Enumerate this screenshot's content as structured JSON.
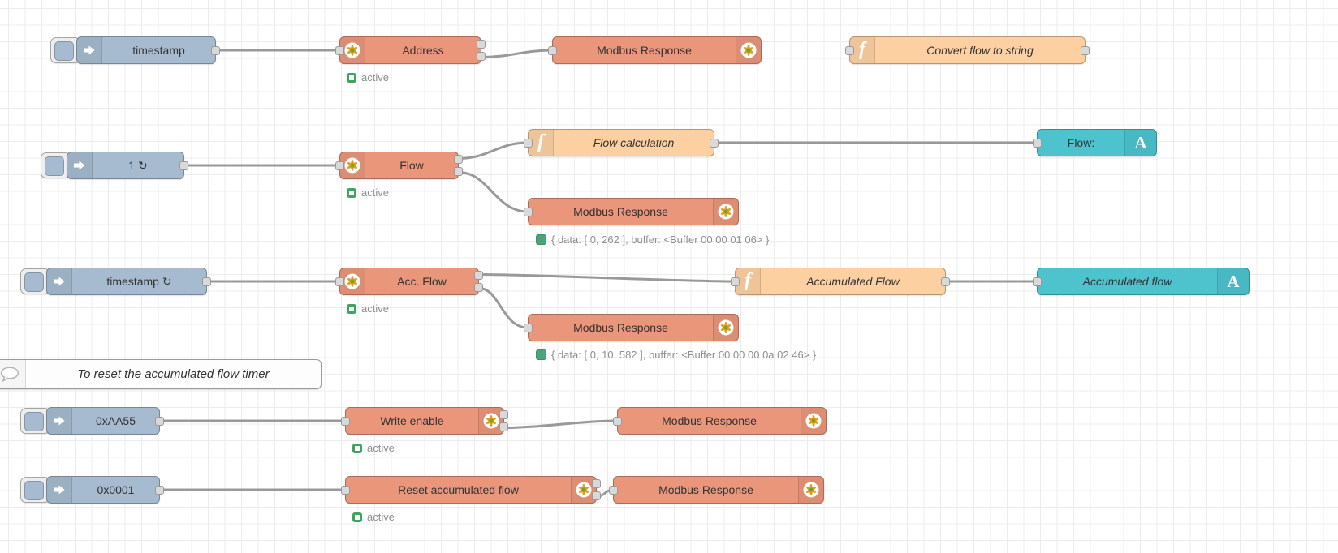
{
  "icons": {
    "function_glyph": "f",
    "text_glyph": "A"
  },
  "colors": {
    "inject": "#a6bbcf",
    "modbus": "#e9967a",
    "function": "#fdd0a2",
    "text_widget": "#4dc3ce",
    "wire": "#999999",
    "status_green": "#4aa379",
    "status_ring": "#3aa662"
  },
  "nodes": {
    "inject1": {
      "label": "timestamp"
    },
    "modbus_address": {
      "label": "Address",
      "status": "active"
    },
    "response1": {
      "label": "Modbus Response"
    },
    "func_convert": {
      "label": "Convert flow to string"
    },
    "inject2": {
      "label": "1 ↻"
    },
    "modbus_flow": {
      "label": "Flow",
      "status": "active"
    },
    "func_flow_calc": {
      "label": "Flow calculation"
    },
    "text_flow": {
      "label": "Flow:"
    },
    "response2": {
      "label": "Modbus Response",
      "status": "{ data: [ 0, 262 ], buffer: <Buffer 00 00 01 06> }"
    },
    "inject3": {
      "label": "timestamp ↻"
    },
    "modbus_acc_flow": {
      "label": "Acc. Flow",
      "status": "active"
    },
    "func_acc_flow": {
      "label": "Accumulated Flow"
    },
    "text_acc_flow": {
      "label": "Accumulated flow"
    },
    "response3": {
      "label": "Modbus Response",
      "status": "{ data: [ 0, 10, 582 ], buffer: <Buffer 00 00 00 0a 02 46> }"
    },
    "comment1": {
      "label": "To reset the accumulated flow timer"
    },
    "inject4": {
      "label": "0xAA55"
    },
    "modbus_write_enable": {
      "label": "Write enable",
      "status": "active"
    },
    "response4": {
      "label": "Modbus Response"
    },
    "inject5": {
      "label": "0x0001"
    },
    "modbus_reset": {
      "label": "Reset accumulated flow",
      "status": "active"
    },
    "response5": {
      "label": "Modbus Response"
    }
  }
}
